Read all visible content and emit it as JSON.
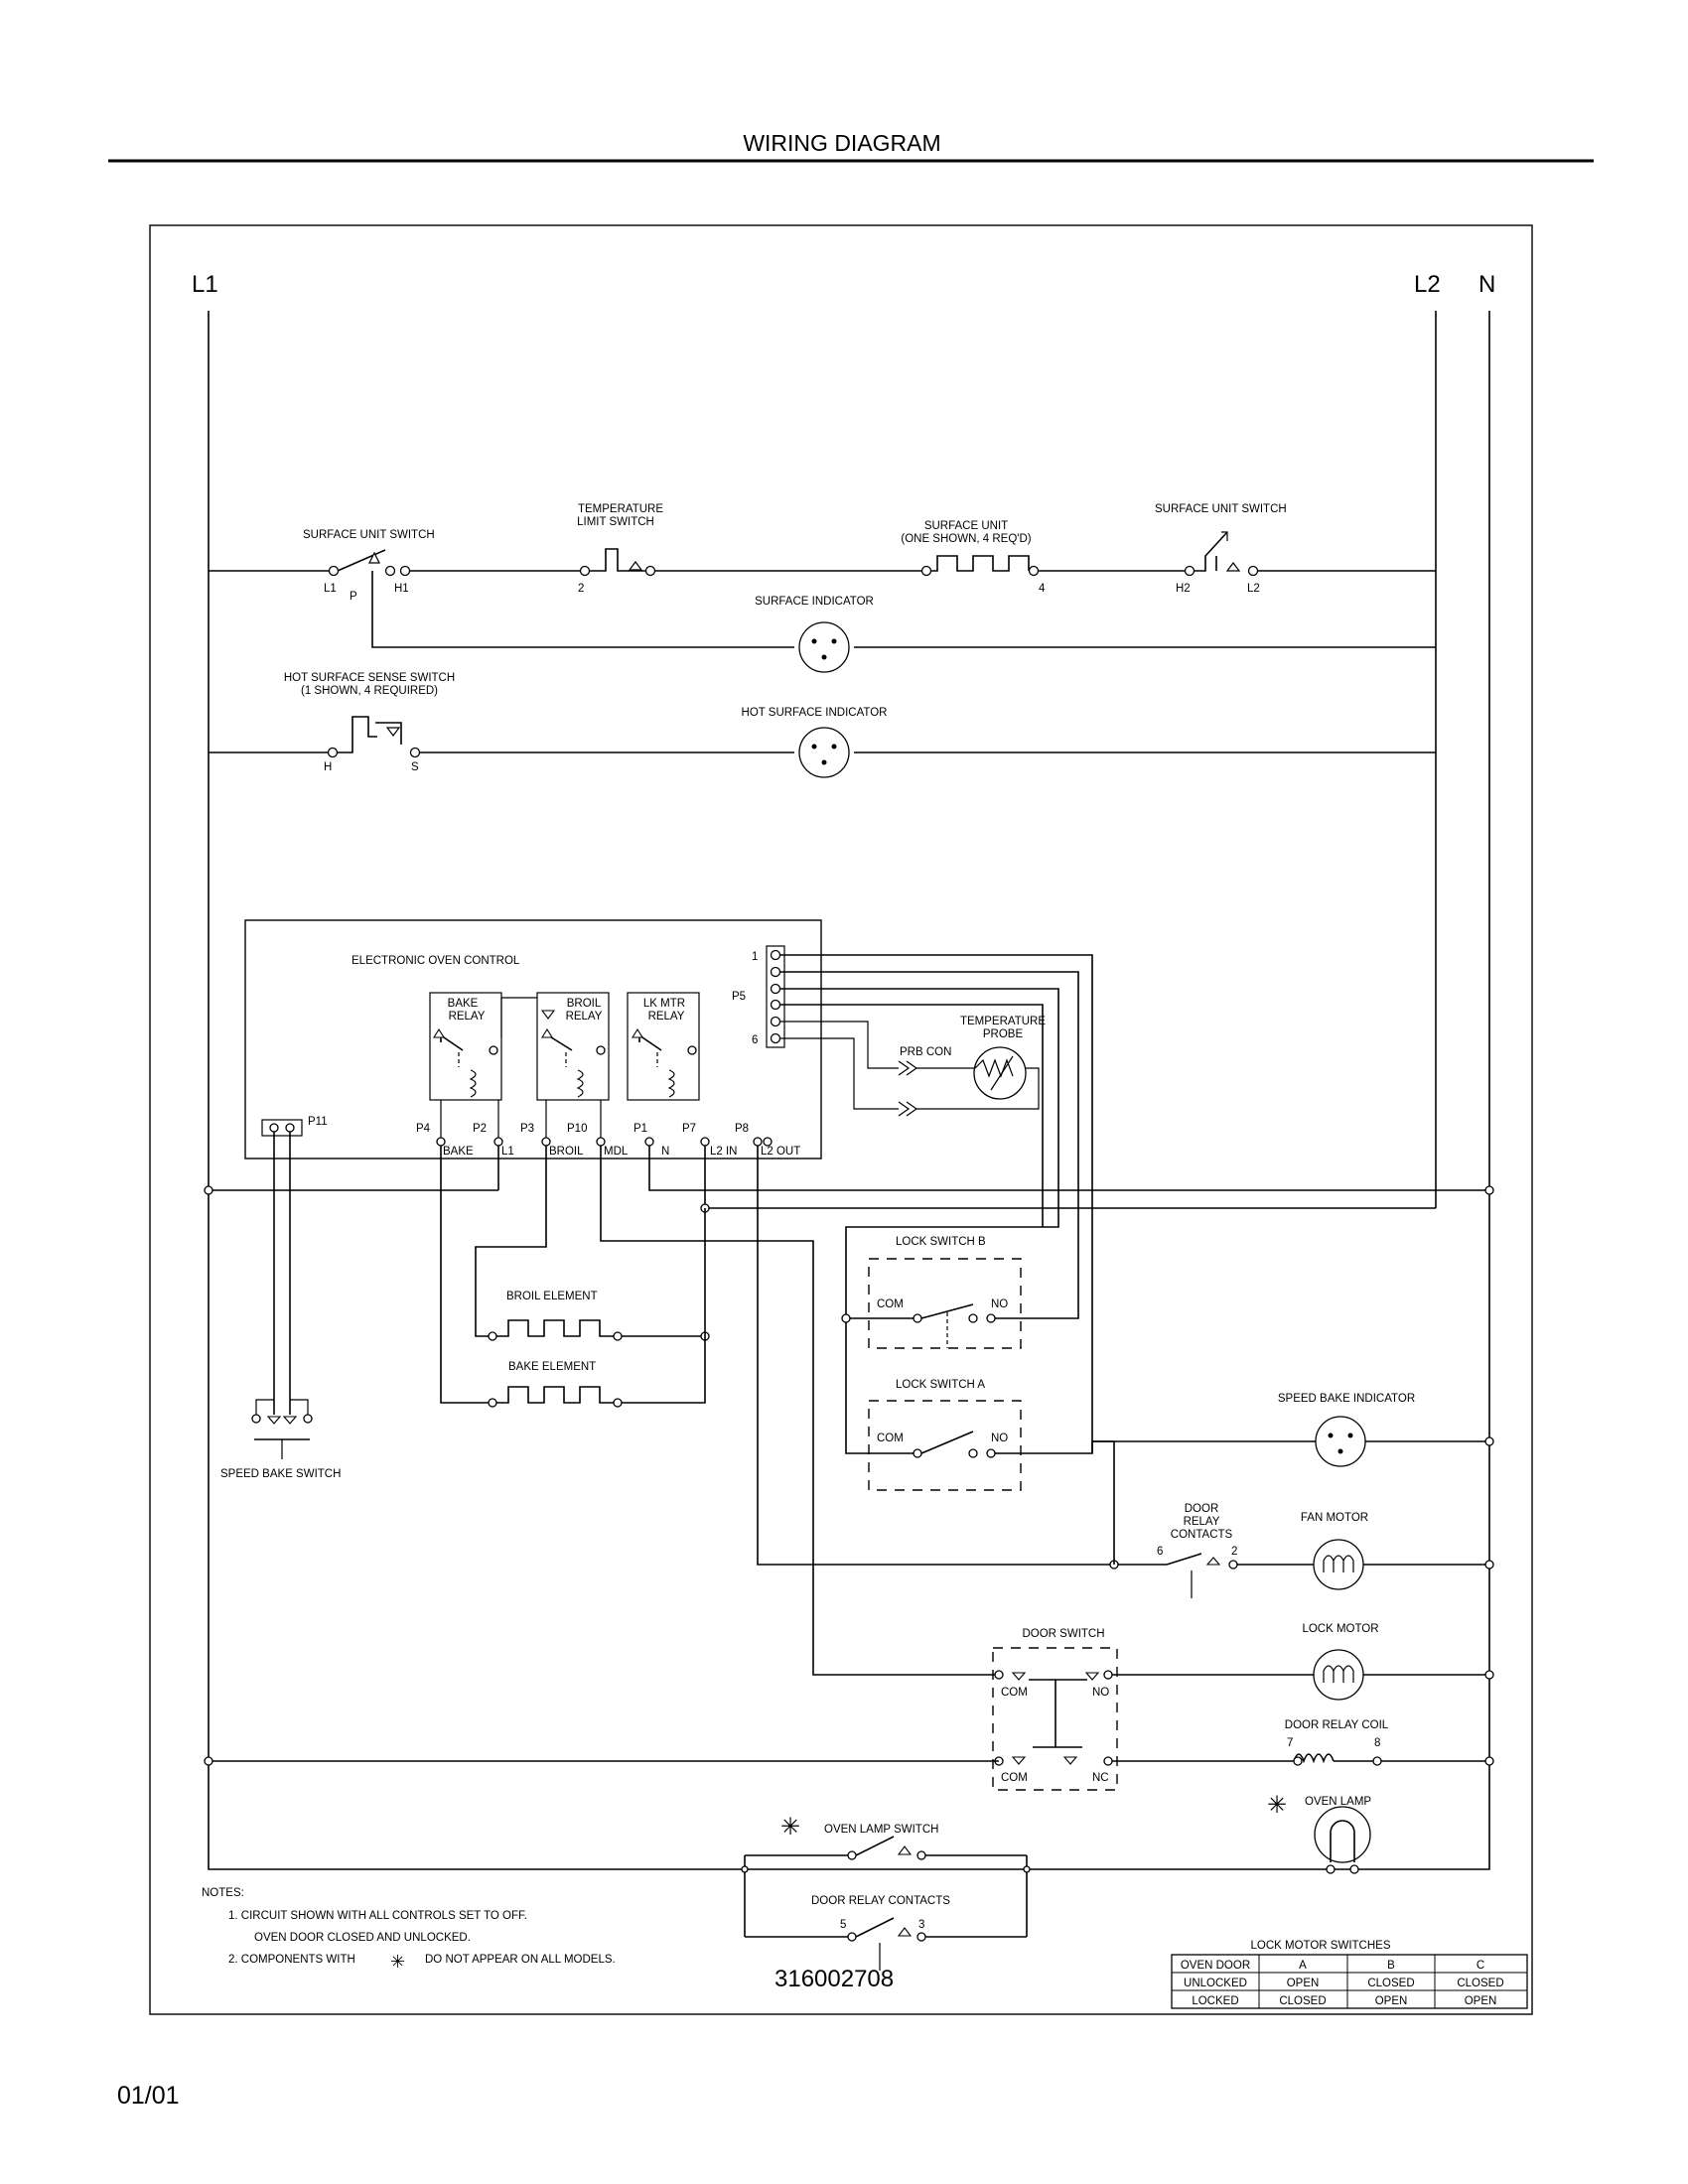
{
  "header": {
    "title": "WIRING DIAGRAM"
  },
  "footer": {
    "date": "01/01",
    "part_number": "316002708"
  },
  "rails": {
    "l1": "L1",
    "l2": "L2",
    "n": "N"
  },
  "surface": {
    "switch_left": "SURFACE UNIT SWITCH",
    "t_l1": "L1",
    "t_p": "P",
    "t_h1": "H1",
    "limit_title1": "TEMPERATURE",
    "limit_title2": "LIMIT SWITCH",
    "t_2": "2",
    "unit_title1": "SURFACE UNIT",
    "unit_title2": "(ONE SHOWN, 4 REQ'D)",
    "t_4": "4",
    "switch_right": "SURFACE UNIT SWITCH",
    "t_h2": "H2",
    "t_l2": "L2",
    "indicator": "SURFACE INDICATOR"
  },
  "hot_surface": {
    "sense1": "HOT SURFACE SENSE SWITCH",
    "sense2": "(1 SHOWN, 4 REQUIRED)",
    "t_h": "H",
    "t_s": "S",
    "indicator": "HOT SURFACE INDICATOR"
  },
  "control": {
    "title": "ELECTRONIC OVEN CONTROL",
    "bake_relay1": "BAKE",
    "bake_relay2": "RELAY",
    "broil_relay1": "BROIL",
    "broil_relay2": "RELAY",
    "lk_relay1": "LK MTR",
    "lk_relay2": "RELAY",
    "p4": "P4",
    "p2": "P2",
    "p3": "P3",
    "p10": "P10",
    "p1": "P1",
    "p7": "P7",
    "p8": "P8",
    "p11": "P11",
    "bake": "BAKE",
    "l1": "L1",
    "broil": "BROIL",
    "mdl": "MDL",
    "n": "N",
    "l2in": "L2 IN",
    "l2out": "L2 OUT",
    "p5": "P5",
    "pin1": "1",
    "pin6": "6",
    "prb_con": "PRB CON",
    "probe1": "TEMPERATURE",
    "probe2": "PROBE"
  },
  "elements": {
    "broil": "BROIL ELEMENT",
    "bake": "BAKE ELEMENT"
  },
  "speed_bake_switch": "SPEED BAKE SWITCH",
  "lock_b": {
    "title": "LOCK SWITCH B",
    "com": "COM",
    "no": "NO"
  },
  "lock_a": {
    "title": "LOCK SWITCH A",
    "com": "COM",
    "no": "NO"
  },
  "right_side": {
    "speed_bake_indicator": "SPEED BAKE INDICATOR",
    "door_relay1": "DOOR",
    "door_relay2": "RELAY",
    "door_relay3": "CONTACTS",
    "t6": "6",
    "t2": "2",
    "fan_motor": "FAN MOTOR",
    "door_switch": "DOOR SWITCH",
    "com": "COM",
    "no": "NO",
    "nc": "NC",
    "lock_motor": "LOCK MOTOR",
    "door_relay_coil": "DOOR RELAY COIL",
    "t7": "7",
    "t8": "8",
    "oven_lamp": "OVEN LAMP"
  },
  "lamp": {
    "switch": "OVEN LAMP SWITCH",
    "contacts": "DOOR RELAY CONTACTS",
    "t5": "5",
    "t3": "3",
    "star": "✳"
  },
  "notes": {
    "heading": "NOTES:",
    "n1a": "1.   CIRCUIT SHOWN WITH ALL CONTROLS SET TO OFF.",
    "n1b": "OVEN DOOR CLOSED AND UNLOCKED.",
    "n2a": "2.   COMPONENTS WITH",
    "n2b": "DO NOT APPEAR ON ALL MODELS."
  },
  "lock_table": {
    "title": "LOCK MOTOR SWITCHES",
    "header": [
      "OVEN DOOR",
      "A",
      "B",
      "C"
    ],
    "rows": [
      [
        "UNLOCKED",
        "OPEN",
        "CLOSED",
        "CLOSED"
      ],
      [
        "LOCKED",
        "CLOSED",
        "OPEN",
        "OPEN"
      ]
    ]
  }
}
